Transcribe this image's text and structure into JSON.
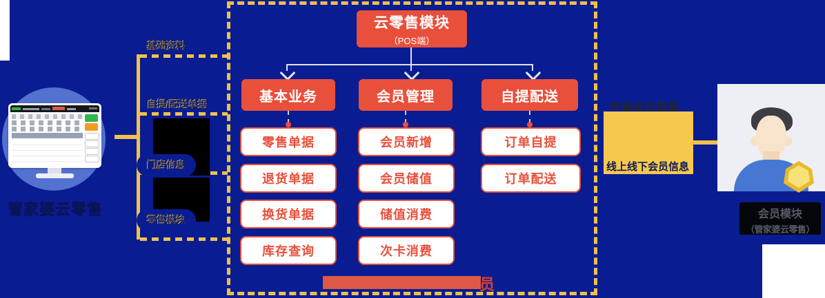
{
  "left_system": {
    "title": "管家婆云零售"
  },
  "bracket": {
    "labels": [
      "基础资料",
      "自提/配送单据",
      "门店信息",
      "零售模块"
    ]
  },
  "pos_module": {
    "title": "云零售模块",
    "subtitle": "（POS端）",
    "columns": [
      {
        "header": "基本业务",
        "items": [
          "零售单据",
          "退货单据",
          "换货单据",
          "库存查询"
        ]
      },
      {
        "header": "会员管理",
        "items": [
          "会员新增",
          "会员储值",
          "储值消费",
          "次卡消费"
        ]
      },
      {
        "header": "自提配送",
        "items": [
          "订单自提",
          "订单配送"
        ]
      }
    ],
    "footer_tail": "员"
  },
  "sync": {
    "data_label": "传输会员数据",
    "info_label": "线上线下会员信息"
  },
  "member_module": {
    "title": "会员模块",
    "subtitle": "（管家婆云零售）"
  },
  "colors": {
    "background": "#0a1c91",
    "accent_red": "#e8503b",
    "accent_yellow": "#f0c24c",
    "panel_border": "#eec04a",
    "highlight_box": "#f6c84d",
    "footer_bar": "#de5847"
  }
}
